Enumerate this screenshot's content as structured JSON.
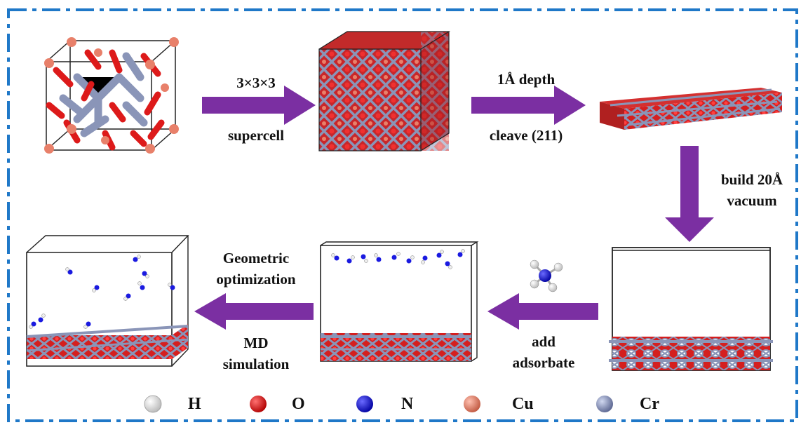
{
  "steps": {
    "supercell_top": "3×3×3",
    "supercell_bottom": "supercell",
    "cleave_top": "1Å depth",
    "cleave_bottom": "cleave (211)",
    "vacuum_line1": "build 20Å",
    "vacuum_line2": "vacuum",
    "adsorbate_line1": "add",
    "adsorbate_line2": "adsorbate",
    "opt_line1": "Geometric",
    "opt_line2": "optimization",
    "md_line1": "MD",
    "md_line2": "simulation"
  },
  "legend": [
    {
      "symbol": "H",
      "color": "#f2f2f2",
      "icon": "hydrogen-atom-icon"
    },
    {
      "symbol": "O",
      "color": "#e01010",
      "icon": "oxygen-atom-icon"
    },
    {
      "symbol": "N",
      "color": "#1a1ae0",
      "icon": "nitrogen-atom-icon"
    },
    {
      "symbol": "Cu",
      "color": "#e8806a",
      "icon": "copper-atom-icon"
    },
    {
      "symbol": "Cr",
      "color": "#8a95b8",
      "icon": "chromium-atom-icon"
    }
  ],
  "colors": {
    "arrow": "#7b2fa2",
    "border": "#1f78c8",
    "oxygen": "#e01010",
    "copper": "#e8806a",
    "chromium": "#8a95b8",
    "nitrogen": "#1a1ae0",
    "hydrogen": "#f2f2f2"
  }
}
